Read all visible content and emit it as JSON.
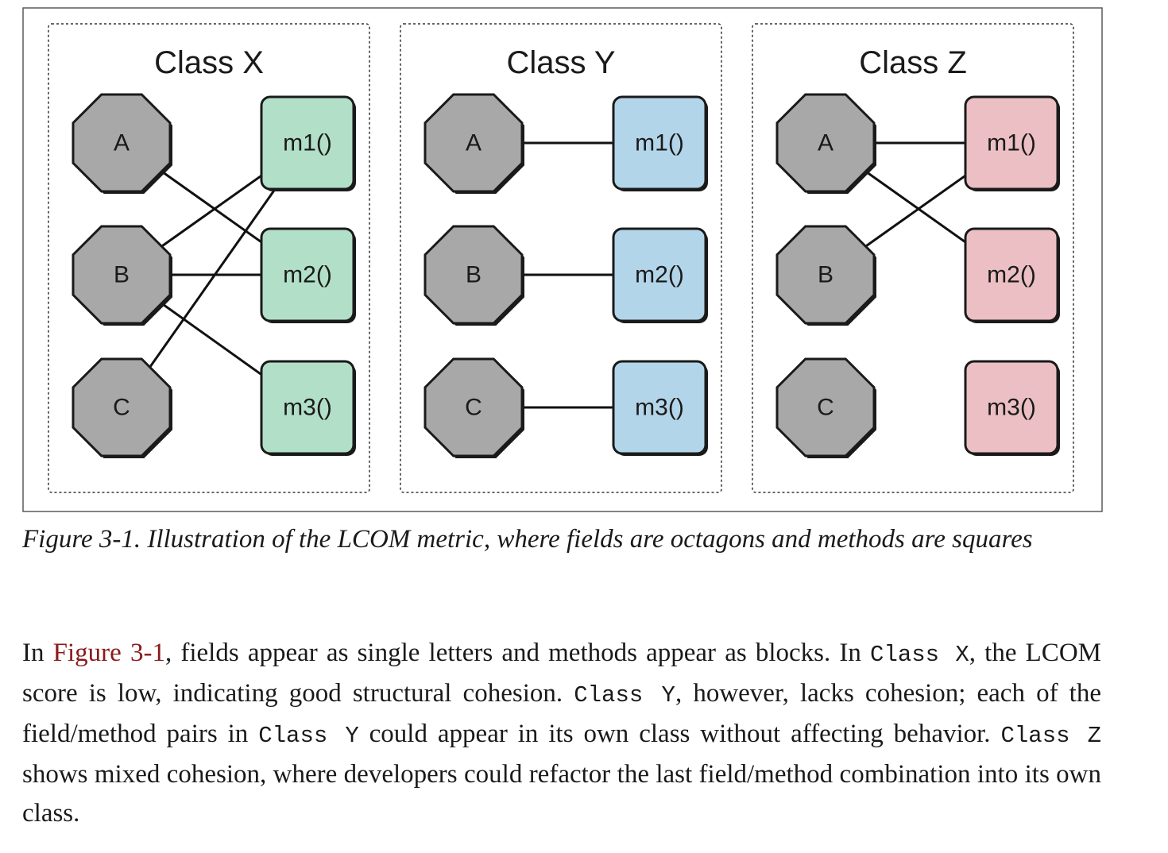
{
  "figure": {
    "panels": [
      {
        "title": "Class X",
        "fields": [
          "A",
          "B",
          "C"
        ],
        "methods": [
          "m1()",
          "m2()",
          "m3()"
        ],
        "method_color": "#b2dfc8",
        "edges": [
          [
            "A",
            "m2()"
          ],
          [
            "B",
            "m1()"
          ],
          [
            "B",
            "m2()"
          ],
          [
            "B",
            "m3()"
          ],
          [
            "C",
            "m1()"
          ]
        ]
      },
      {
        "title": "Class Y",
        "fields": [
          "A",
          "B",
          "C"
        ],
        "methods": [
          "m1()",
          "m2()",
          "m3()"
        ],
        "method_color": "#b3d5ea",
        "edges": [
          [
            "A",
            "m1()"
          ],
          [
            "B",
            "m2()"
          ],
          [
            "C",
            "m3()"
          ]
        ]
      },
      {
        "title": "Class Z",
        "fields": [
          "A",
          "B",
          "C"
        ],
        "methods": [
          "m1()",
          "m2()",
          "m3()"
        ],
        "method_color": "#ebbfc3",
        "edges": [
          [
            "A",
            "m1()"
          ],
          [
            "A",
            "m2()"
          ],
          [
            "B",
            "m1()"
          ]
        ]
      }
    ],
    "field_color": "#a8a8a8"
  },
  "caption": "Figure 3-1. Illustration of the LCOM metric, where fields are octagons and methods are squares",
  "body": {
    "t1": "In ",
    "ref": "Figure 3-1",
    "ref_color": "#8b1a1a",
    "t2": ", fields appear as single letters and methods appear as blocks. In ",
    "c1": "Class X",
    "t3": ", the LCOM score is low, indicating good structural cohesion. ",
    "c2": "Class Y",
    "t4": ", however, lacks cohesion; each of the field/method pairs in ",
    "c3": "Class Y",
    "t5": " could appear in its own class without affecting behavior. ",
    "c4": "Class Z",
    "t6": " shows mixed cohesion, where developers could refactor the last field/method combination into its own class."
  }
}
